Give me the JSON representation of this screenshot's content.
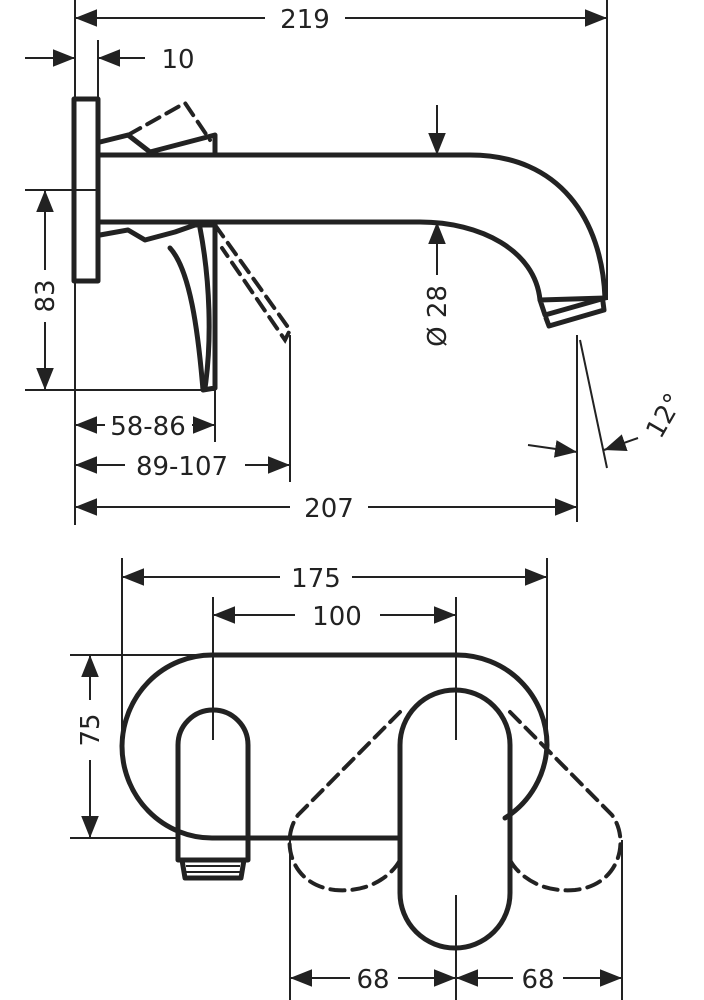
{
  "side_view": {
    "overall_length": "219",
    "plate_thickness": "10",
    "spout_height": "83",
    "spout_diameter": "Ø 28",
    "projection_range_1": "58-86",
    "projection_range_2": "89-107",
    "spout_reach": "207",
    "spray_angle": "12°"
  },
  "front_view": {
    "plate_width": "175",
    "center_distance": "100",
    "plate_height": "75",
    "lever_swing_left": "68",
    "lever_swing_right": "68"
  },
  "colors": {
    "line": "#222222",
    "background": "#ffffff"
  }
}
